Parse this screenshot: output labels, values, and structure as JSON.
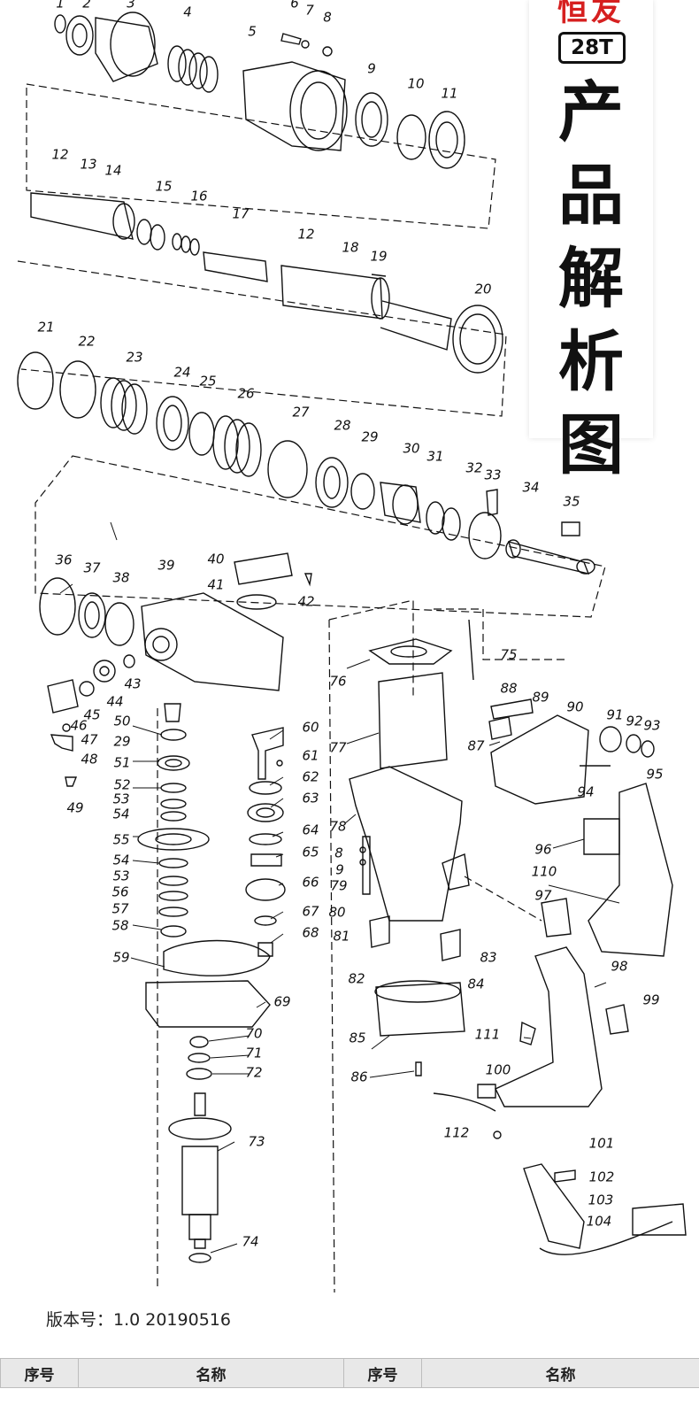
{
  "title_panel": {
    "brand": "恒友",
    "model": "28T",
    "title_chars": [
      "产",
      "品",
      "解",
      "析",
      "图"
    ]
  },
  "callouts": [
    "1",
    "2",
    "3",
    "4",
    "5",
    "6",
    "7",
    "8",
    "9",
    "10",
    "11",
    "12",
    "13",
    "14",
    "15",
    "16",
    "17",
    "12",
    "18",
    "19",
    "20",
    "21",
    "22",
    "23",
    "24",
    "25",
    "26",
    "27",
    "28",
    "29",
    "30",
    "31",
    "32",
    "33",
    "34",
    "35",
    "36",
    "37",
    "38",
    "39",
    "40",
    "41",
    "42",
    "43",
    "44",
    "45",
    "46",
    "47",
    "48",
    "49",
    "50",
    "29",
    "51",
    "52",
    "53",
    "54",
    "55",
    "54",
    "53",
    "56",
    "57",
    "58",
    "59",
    "60",
    "61",
    "62",
    "63",
    "64",
    "65",
    "66",
    "67",
    "68",
    "69",
    "70",
    "71",
    "72",
    "73",
    "74",
    "75",
    "76",
    "77",
    "78",
    "8",
    "9",
    "79",
    "80",
    "81",
    "82",
    "83",
    "84",
    "85",
    "86",
    "87",
    "88",
    "89",
    "90",
    "91",
    "92",
    "93",
    "94",
    "95",
    "96",
    "97",
    "98",
    "99",
    "100",
    "101",
    "102",
    "103",
    "104",
    "110",
    "111",
    "112"
  ],
  "footer": {
    "version": "版本号：1.0  20190516"
  },
  "table": {
    "headers": [
      "序号",
      "名称",
      "序号",
      "名称"
    ]
  }
}
